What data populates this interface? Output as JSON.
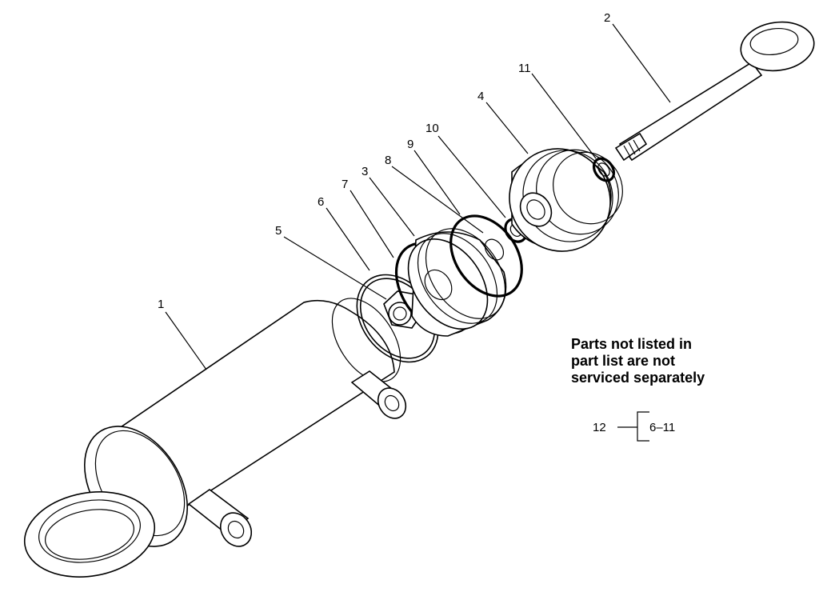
{
  "callouts": {
    "c1": "1",
    "c2": "2",
    "c3": "3",
    "c4": "4",
    "c5": "5",
    "c6": "6",
    "c7": "7",
    "c8": "8",
    "c9": "9",
    "c10": "10",
    "c11": "11"
  },
  "note": {
    "line1": "Parts not listed in",
    "line2": "part list are not",
    "line3": "serviced separately"
  },
  "kit": {
    "number": "12",
    "range": "6–11"
  }
}
